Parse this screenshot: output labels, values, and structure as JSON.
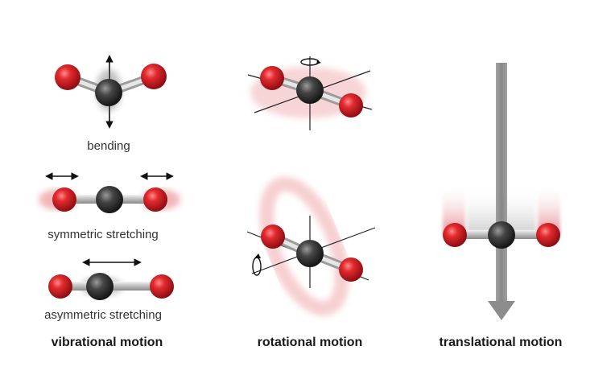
{
  "labels": {
    "bending": "bending",
    "symmetric": "symmetric stretching",
    "asymmetric": "asymmetric stretching"
  },
  "sections": {
    "vibrational": "vibrational motion",
    "rotational": "rotational motion",
    "translational": "translational motion"
  },
  "colors": {
    "oxygen": "#d8161e",
    "carbon": "#3c3c3c",
    "bond": "#bdbdbd",
    "motion_blur": "#e88a8e",
    "arrow": "#111111",
    "translation_arrow": "#8c8c8c"
  },
  "icons": {
    "bending": "bending-molecule-icon",
    "symmetric": "symmetric-stretch-molecule-icon",
    "asymmetric": "asymmetric-stretch-molecule-icon",
    "rotation_top": "rotating-molecule-icon",
    "rotation_bottom": "tumbling-molecule-icon",
    "translation": "translating-molecule-icon"
  }
}
